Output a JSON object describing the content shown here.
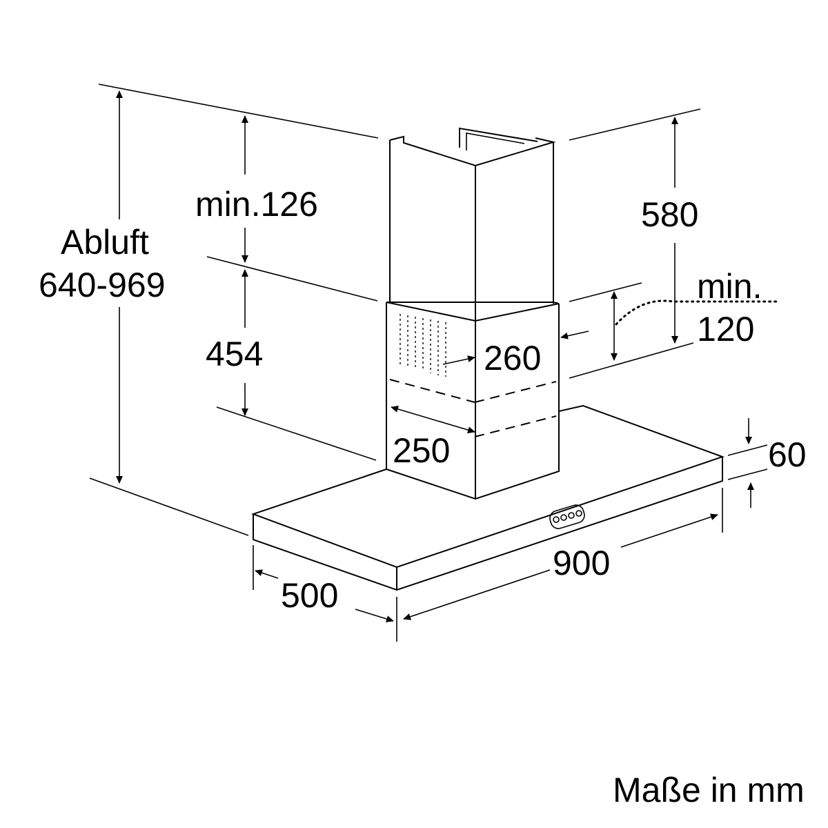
{
  "labels": {
    "exhaust_title": "Abluft",
    "exhaust_range": "640-969",
    "min_126": "min.126",
    "dim_454": "454",
    "dim_580": "580",
    "min_word": "min.",
    "dim_120": "120",
    "dim_260": "260",
    "dim_250": "250",
    "dim_60": "60",
    "dim_900": "900",
    "dim_500": "500",
    "units_note": "Maße in mm"
  }
}
